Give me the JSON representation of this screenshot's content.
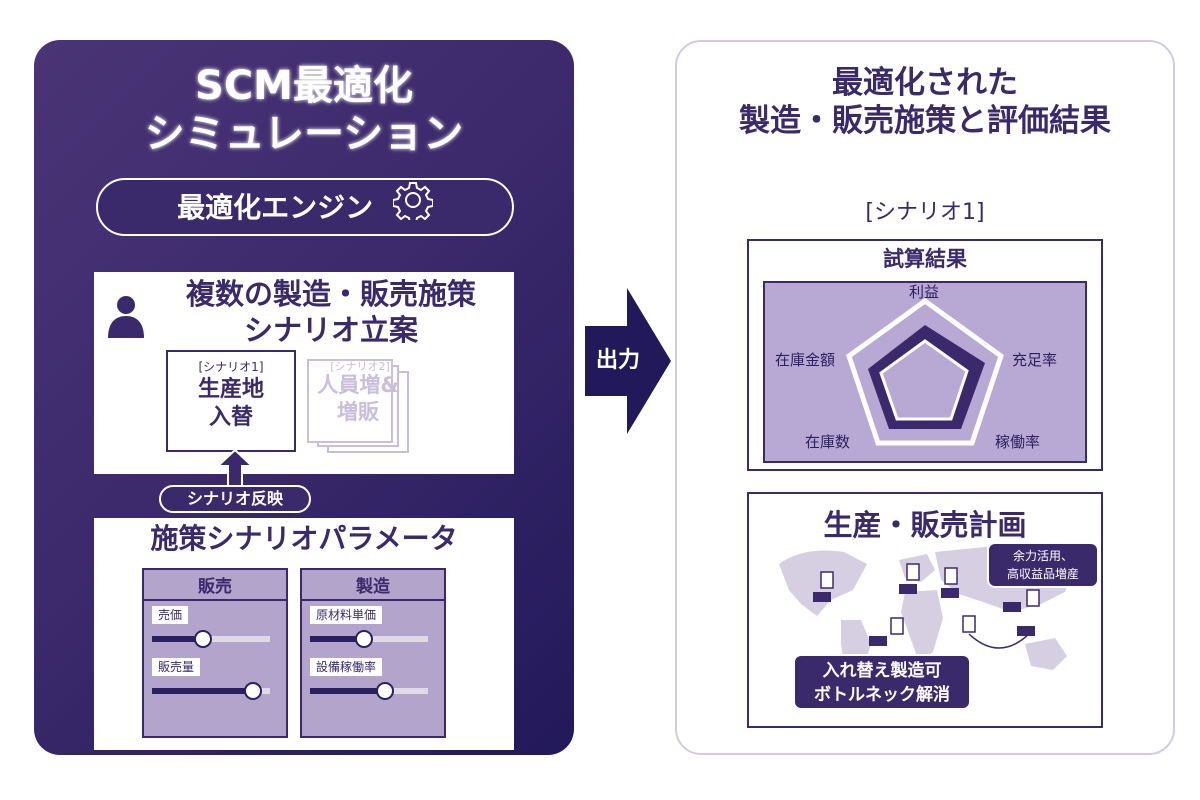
{
  "left": {
    "title_line1": "SCM最適化",
    "title_line2": "シミュレーション",
    "engine_label": "最適化エンジン",
    "scenario_title_line1": "複数の製造・販売施策",
    "scenario_title_line2": "シナリオ立案",
    "scenario1": {
      "label": "[シナリオ1]",
      "line1": "生産地",
      "line2": "入替"
    },
    "scenario2": {
      "label": "[シナリオ2]",
      "line1": "人員増&",
      "line2": "増販"
    },
    "reflect_label": "シナリオ反映",
    "param_title": "施策シナリオパラメータ",
    "columns": [
      {
        "head": "販売",
        "params": [
          {
            "label": "売価",
            "level": 0.42
          },
          {
            "label": "販売量",
            "level": 0.85
          }
        ]
      },
      {
        "head": "製造",
        "params": [
          {
            "label": "原材料単価",
            "level": 0.45
          },
          {
            "label": "設備稼働率",
            "level": 0.63
          }
        ]
      }
    ]
  },
  "middle": {
    "output_label": "出力"
  },
  "right": {
    "title_line1": "最適化された",
    "title_line2": "製造・販売施策と評価結果",
    "scenario_label": "[シナリオ1]",
    "result_title": "試算結果",
    "radar_axes": [
      "利益",
      "充足率",
      "稼働率",
      "在庫数",
      "在庫金額"
    ],
    "plan_title": "生産・販売計画",
    "callout1_line1": "余力活用、",
    "callout1_line2": "高収益品増産",
    "callout2_line1": "入れ替え製造可",
    "callout2_line2": "ボトルネック解消"
  },
  "colors": {
    "primary": "#3b2a6b",
    "panel_dark": "#22195a",
    "light_purple": "#b8a8d4"
  }
}
